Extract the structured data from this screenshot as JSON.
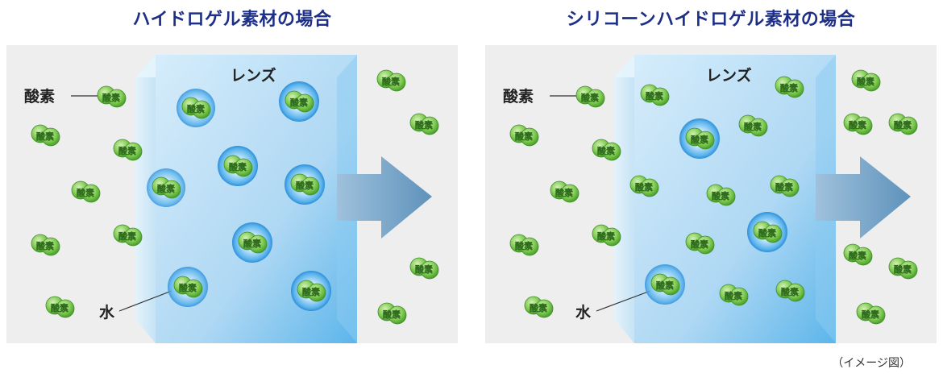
{
  "caption": "（イメージ図）",
  "panels": [
    {
      "title": "ハイドロゲル素材の場合",
      "lens_label": "レンズ",
      "oxygen_label": "酸素",
      "water_label": "水",
      "molecule_text": "酸素"
    },
    {
      "title": "シリコーンハイドロゲル素材の場合",
      "lens_label": "レンズ",
      "oxygen_label": "酸素",
      "water_label": "水",
      "molecule_text": "酸素"
    }
  ],
  "colors": {
    "title": "#1d2f86",
    "background": "#eeeeee",
    "molecule": "#5cb23a",
    "water_bubble": "#3d9fe0",
    "arrow": "#6a9bc0",
    "lens": "#b7dcf5"
  }
}
